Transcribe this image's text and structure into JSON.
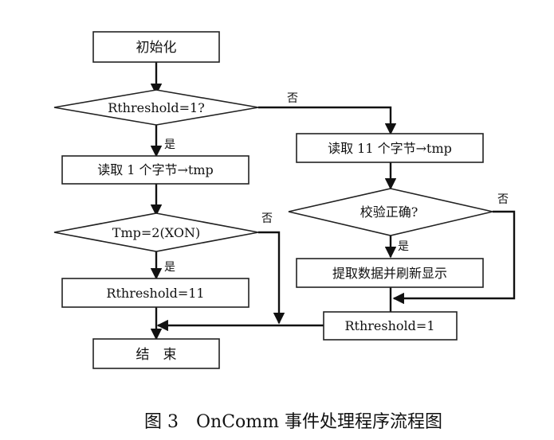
{
  "nodes": {
    "init": "初始化",
    "decision_rthreshold": "Rthreshold=1?",
    "read_one": "读取 1 个字节→tmp",
    "decision_tmp": "Tmp=2(XON)",
    "set_rthreshold_11": "Rthreshold=11",
    "end": "结　束",
    "read_eleven": "读取 11 个字节→tmp",
    "decision_checksum": "校验正确?",
    "extract_data": "提取数据并刷新显示",
    "set_rthreshold_1": "Rthreshold=1"
  },
  "edge_labels": {
    "rthreshold_yes": "是",
    "rthreshold_no": "否",
    "tmp_yes": "是",
    "tmp_no": "否",
    "checksum_yes": "是",
    "checksum_no": "否"
  },
  "caption": "图 3　OnComm 事件处理程序流程图"
}
